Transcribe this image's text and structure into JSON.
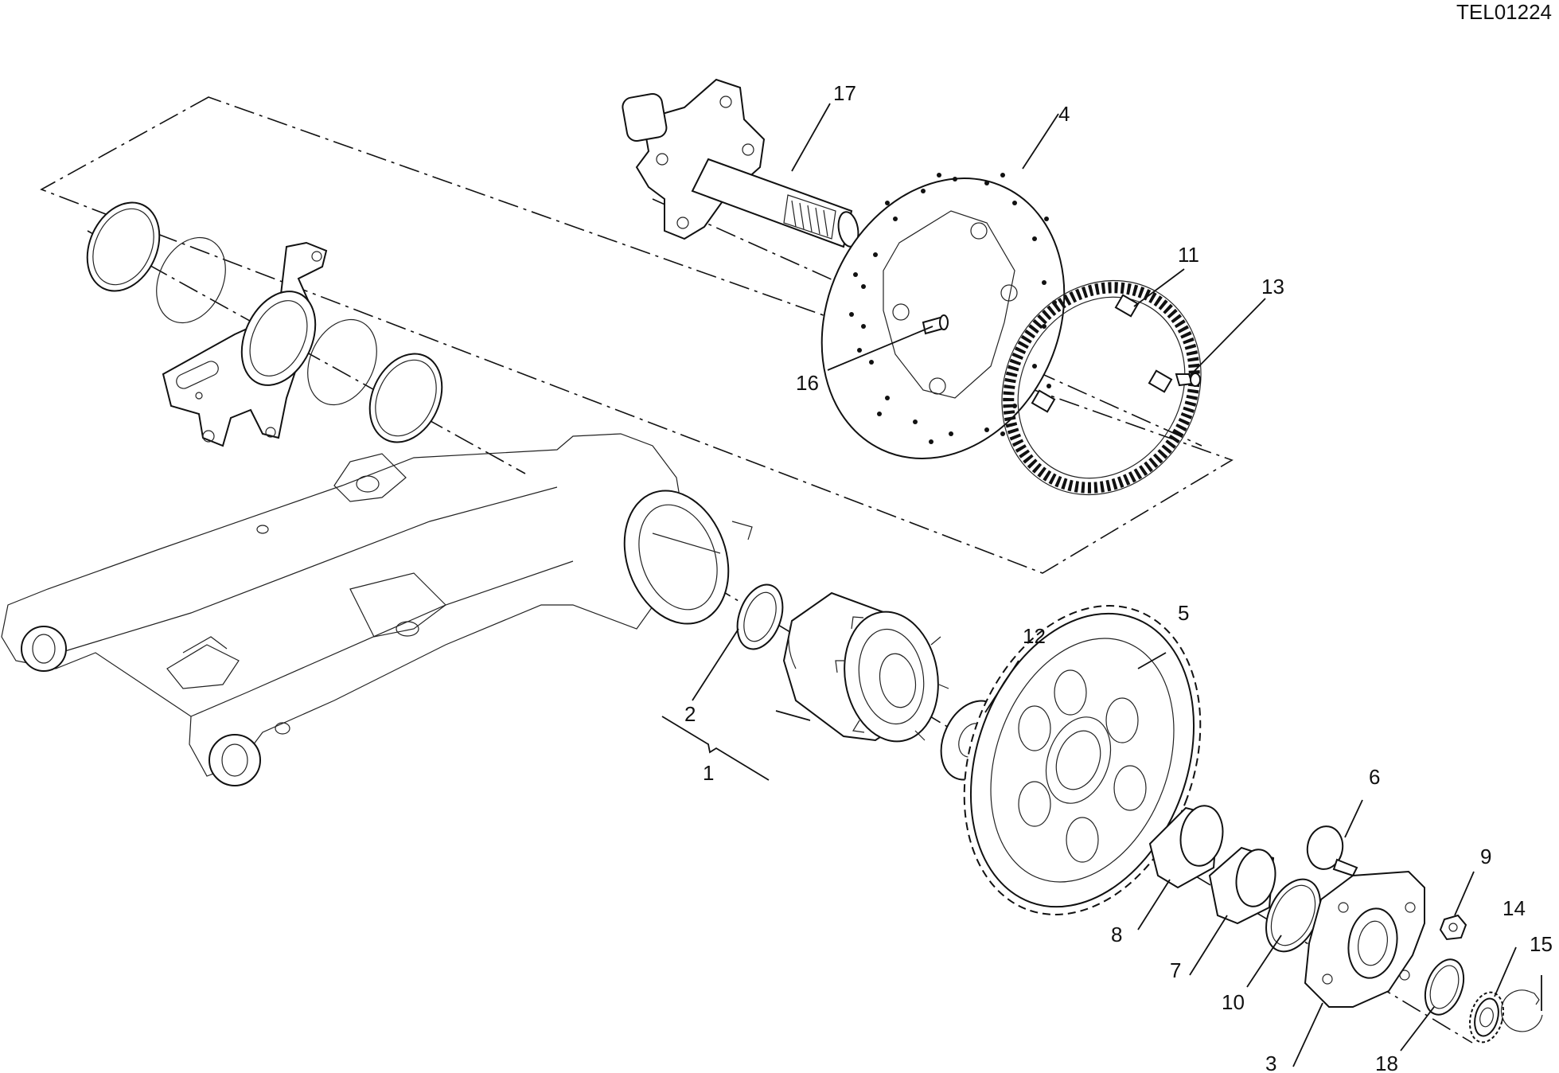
{
  "drawing_code": "TEL01224",
  "callouts": [
    {
      "id": "c1",
      "number": "1"
    },
    {
      "id": "c2",
      "number": "2"
    },
    {
      "id": "c3",
      "number": "3"
    },
    {
      "id": "c4",
      "number": "4"
    },
    {
      "id": "c5",
      "number": "5"
    },
    {
      "id": "c6",
      "number": "6"
    },
    {
      "id": "c7",
      "number": "7"
    },
    {
      "id": "c8",
      "number": "8"
    },
    {
      "id": "c9",
      "number": "9"
    },
    {
      "id": "c10",
      "number": "10"
    },
    {
      "id": "c11",
      "number": "11"
    },
    {
      "id": "c12",
      "number": "12"
    },
    {
      "id": "c13",
      "number": "13"
    },
    {
      "id": "c14",
      "number": "14"
    },
    {
      "id": "c15",
      "number": "15"
    },
    {
      "id": "c16",
      "number": "16"
    },
    {
      "id": "c17",
      "number": "17"
    },
    {
      "id": "c18",
      "number": "18"
    }
  ]
}
